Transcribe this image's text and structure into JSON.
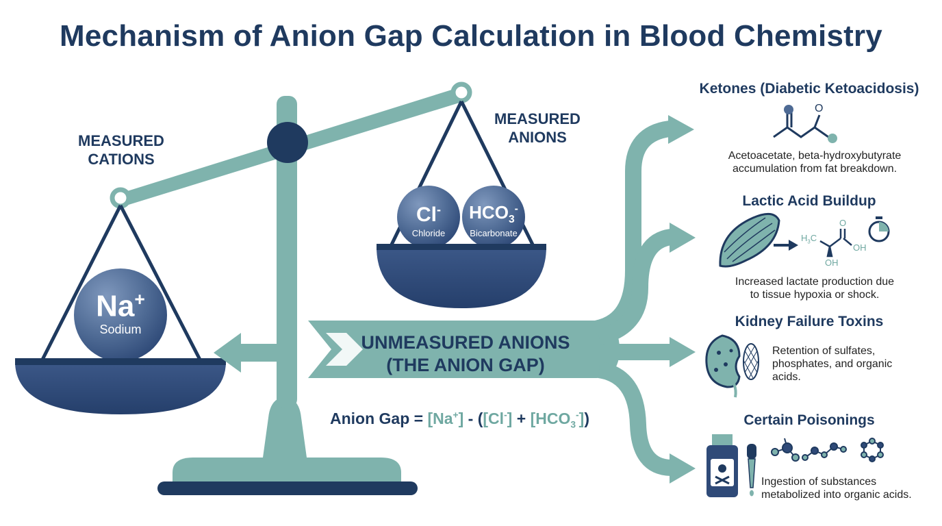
{
  "title": "Mechanism of Anion Gap Calculation in Blood Chemistry",
  "labels": {
    "cations_line1": "MEASURED",
    "cations_line2": "CATIONS",
    "anions_line1": "MEASURED",
    "anions_line2": "ANIONS"
  },
  "ions": {
    "sodium": {
      "symbol": "Na",
      "charge": "+",
      "name": "Sodium"
    },
    "chloride": {
      "symbol": "Cl",
      "charge": "-",
      "name": "Chloride"
    },
    "bicarbonate": {
      "symbol": "HCO",
      "subscript": "3",
      "charge": "-",
      "name": "Bicarbonate"
    }
  },
  "gap": {
    "line1": "UNMEASURED ANIONS",
    "line2": "(THE ANION GAP)"
  },
  "formula": {
    "lhs": "Anion Gap = ",
    "na": "[Na",
    "na_sup": "+",
    "na_close": "]",
    "minus": " - (",
    "cl": "[Cl",
    "cl_sup": "-",
    "cl_close": "]",
    "plus": " + ",
    "hco": "[HCO",
    "hco_sub": "3",
    "hco_sup": "-",
    "hco_close": "]",
    "close": ")"
  },
  "causes": [
    {
      "title": "Ketones (Diabetic Ketoacidosis)",
      "desc_line1": "Acetoacetate, beta-hydroxybutyrate",
      "desc_line2": "accumulation from fat breakdown.",
      "desc_line3": ""
    },
    {
      "title": "Lactic Acid Buildup",
      "desc_line1": "Increased lactate production due",
      "desc_line2": "to tissue hypoxia or shock.",
      "desc_line3": ""
    },
    {
      "title": "Kidney Failure Toxins",
      "desc_line1": "Retention of sulfates,",
      "desc_line2": "phosphates, and organic",
      "desc_line3": "acids."
    },
    {
      "title": "Certain Poisonings",
      "desc_line1": "Ingestion of substances",
      "desc_line2": "metabolized into organic acids.",
      "desc_line3": ""
    }
  ],
  "chem": {
    "ketone_o": "O",
    "lactic_h3c": "H",
    "lactic_h3c_sub": "3",
    "lactic_h3c_c": "C",
    "lactic_o": "O",
    "lactic_oh1": "OH",
    "lactic_oh2": "OH"
  },
  "colors": {
    "navy": "#1f3a5f",
    "teal": "#7fb3ad",
    "teal_dark": "#6fa8a1",
    "ball": "#4e6a94",
    "pan": "#2f4a78"
  }
}
